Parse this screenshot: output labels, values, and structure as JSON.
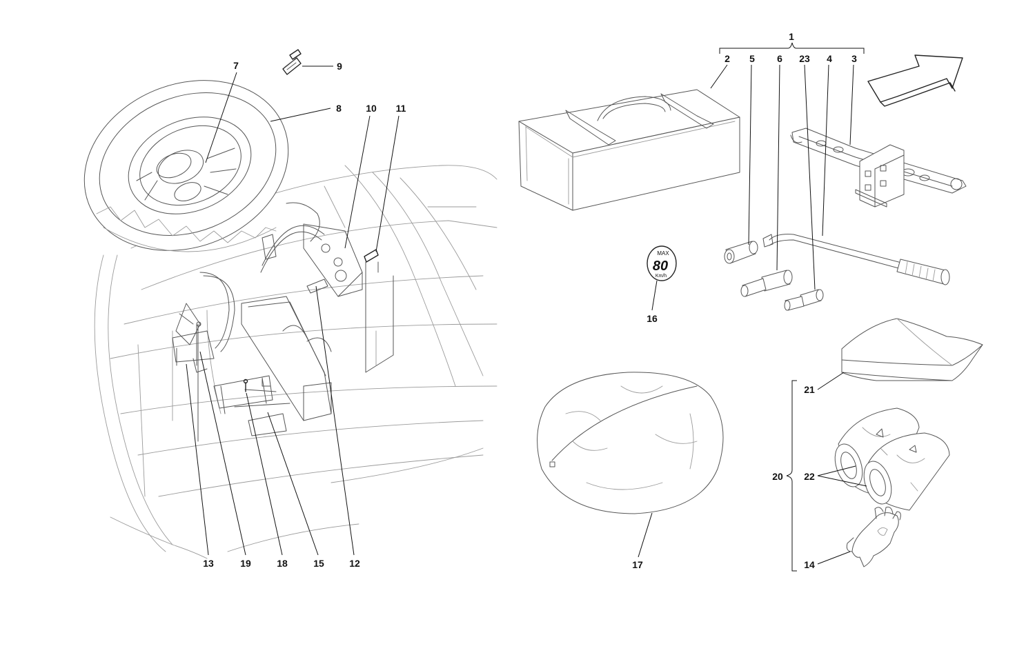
{
  "labels": {
    "c1": "1",
    "c2": "2",
    "c3": "3",
    "c4": "4",
    "c5": "5",
    "c6": "6",
    "c7": "7",
    "c8": "8",
    "c9": "9",
    "c10": "10",
    "c11": "11",
    "c12": "12",
    "c13": "13",
    "c14": "14",
    "c15": "15",
    "c16": "16",
    "c17": "17",
    "c18": "18",
    "c19": "19",
    "c20": "20",
    "c21": "21",
    "c22": "22",
    "c23": "23"
  },
  "speed_badge": {
    "max": "MAX",
    "value": "80",
    "unit": "Km/h"
  }
}
